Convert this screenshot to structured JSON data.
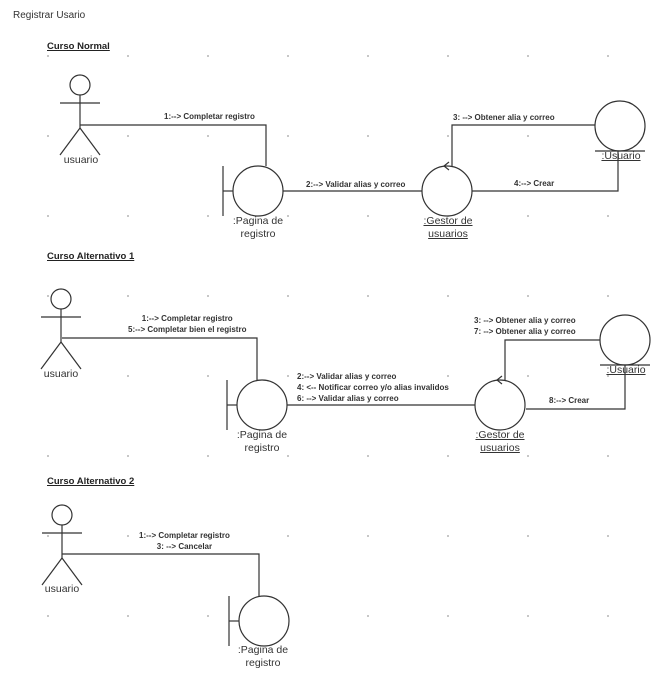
{
  "diagram_title": "Registrar Usario",
  "sections": [
    {
      "heading": "Curso Normal",
      "actor": "usuario",
      "boundary": ":Pagina de registro",
      "control": ":Gestor de usuarios",
      "entity": ":Usuario",
      "msg_actor_boundary": [
        "1:--> Completar registro"
      ],
      "msg_boundary_control": [
        "2:--> Validar alias y correo"
      ],
      "msg_control_entity": [
        "3: --> Obtener alia y correo"
      ],
      "msg_entity_control": [
        "4:--> Crear"
      ]
    },
    {
      "heading": "Curso Alternativo 1",
      "actor": "usuario",
      "boundary": ":Pagina de registro",
      "control": ":Gestor de usuarios",
      "entity": ":Usuario",
      "msg_actor_boundary": [
        "1:--> Completar registro",
        "5:--> Completar bien el registro"
      ],
      "msg_boundary_control": [
        "2:--> Validar alias y correo",
        "4: <-- Notificar correo y/o alias invalidos",
        "6: --> Validar alias y correo"
      ],
      "msg_control_entity": [
        "3: --> Obtener alia y correo",
        "7: --> Obtener alia y correo"
      ],
      "msg_entity_control": [
        "8:--> Crear"
      ]
    },
    {
      "heading": "Curso Alternativo 2",
      "actor": "usuario",
      "boundary": ":Pagina de registro",
      "msg_actor_boundary": [
        "1:--> Completar registro",
        "3: --> Cancelar"
      ]
    }
  ]
}
